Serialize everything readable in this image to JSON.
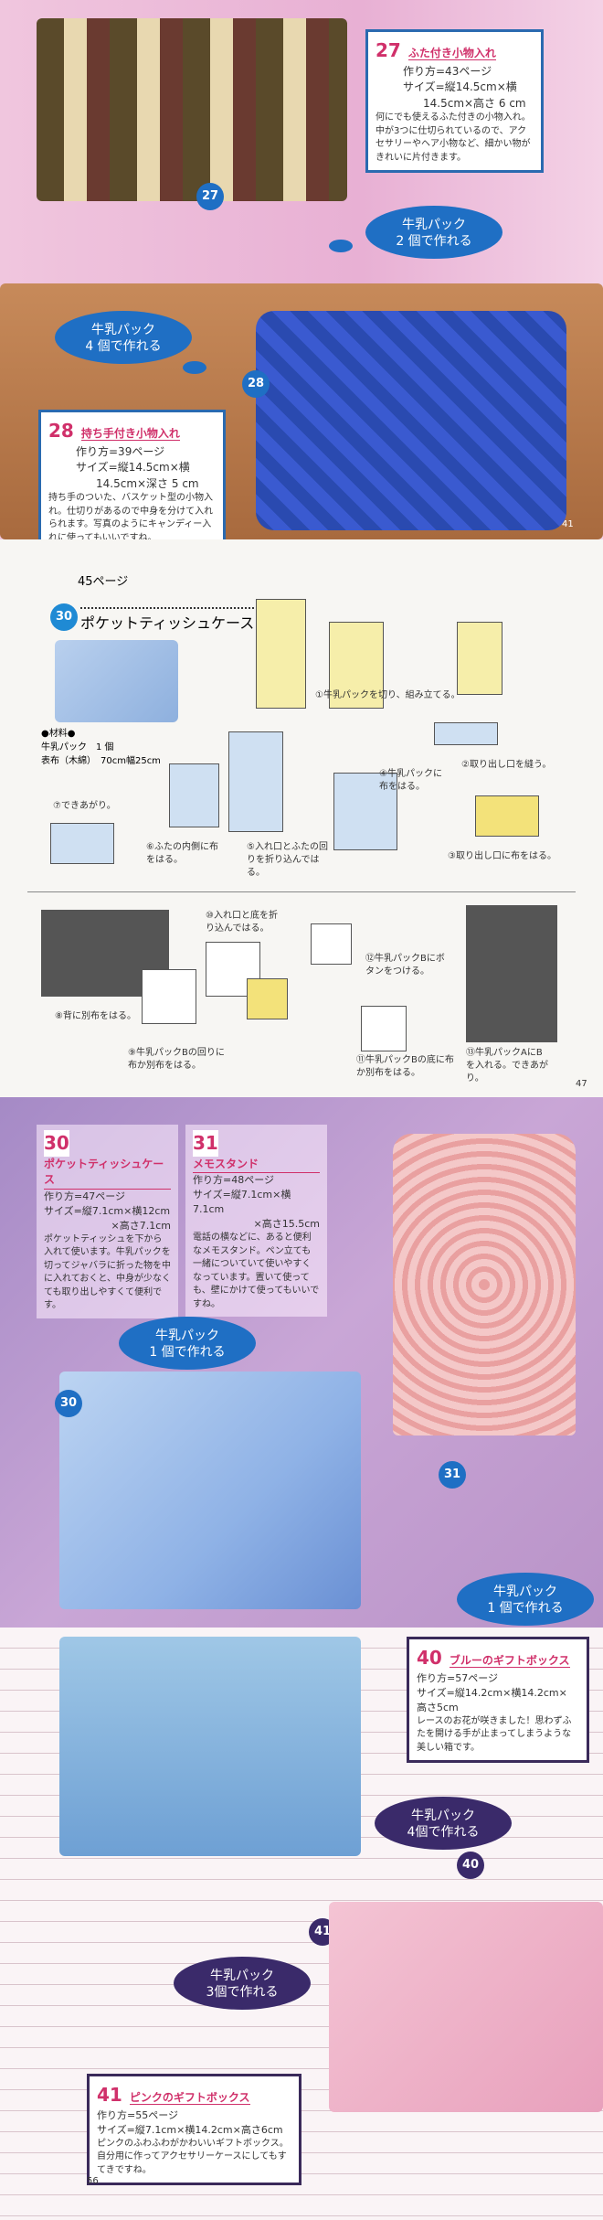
{
  "page1": {
    "page_number": "41",
    "item27": {
      "num": "27",
      "title": "ふた付き小物入れ",
      "method": "作り方=43ページ",
      "size1": "サイズ=縦14.5cm×横",
      "size2": "14.5cm×高さ 6 cm",
      "desc": "何にでも使えるふた付きの小物入れ。中が3つに仕切られているので、アクセサリーやヘア小物など、細かい物がきれいに片付きます。"
    },
    "item28": {
      "num": "28",
      "title": "持ち手付き小物入れ",
      "method": "作り方=39ページ",
      "size1": "サイズ=縦14.5cm×横",
      "size2": "14.5cm×深さ 5 cm",
      "desc": "持ち手のついた、バスケット型の小物入れ。仕切りがあるので中身を分けて入れられます。写真のようにキャンディー入れに使ってもいいですね。"
    },
    "bubble27": [
      "牛乳パック",
      "2 個で作れる"
    ],
    "bubble28": [
      "牛乳パック",
      "4 個で作れる"
    ]
  },
  "page2": {
    "page_number": "47",
    "page_ref": "45ページ",
    "num": "30",
    "title": "ポケットティッシュケース",
    "materials_title": "●材料●",
    "materials": [
      "牛乳パック　1 個",
      "表布（木綿）　70cm幅25cm"
    ],
    "steps": [
      "①牛乳パックを切り、組み立てる。",
      "②取り出し口を縫う。",
      "③取り出し口に布をはる。",
      "④牛乳パックに布をはる。",
      "⑤入れ口とふたの回りを折り込んではる。",
      "⑥ふたの内側に布をはる。",
      "⑦できあがり。",
      "⑧背に別布をはる。",
      "⑨牛乳パックBの回りに布か別布をはる。",
      "⑩入れ口と底を折り込んではる。",
      "⑪牛乳パックBの底に布か別布をはる。",
      "⑫牛乳パックBにボタンをつける。",
      "⑬牛乳パックAにBを入れる。できあがり。"
    ]
  },
  "page3": {
    "item30": {
      "num": "30",
      "title": "ポケットティッシュケース",
      "method": "作り方=47ページ",
      "size1": "サイズ=縦7.1cm×横12cm",
      "size2": "×高さ7.1cm",
      "desc": "ポケットティッシュを下から入れて使います。牛乳パックを切ってジャバラに折った物を中に入れておくと、中身が少なくても取り出しやすくて便利です。"
    },
    "item31": {
      "num": "31",
      "title": "メモスタンド",
      "method": "作り方=48ページ",
      "size1": "サイズ=縦7.1cm×横7.1cm",
      "size2": "×高さ15.5cm",
      "desc": "電話の横などに、あると便利なメモスタンド。ペン立ても一緒についていて使いやすくなっています。置いて使っても、壁にかけて使ってもいいですね。"
    },
    "bubble30": [
      "牛乳パック",
      "1 個で作れる"
    ],
    "bubble31": [
      "牛乳パック",
      "1 個で作れる"
    ]
  },
  "page4": {
    "page_number": "56",
    "item40": {
      "num": "40",
      "title": "ブルーのギフトボックス",
      "method": "作り方=57ページ",
      "size1": "サイズ=縦14.2cm×横14.2cm×",
      "size2": "高さ5cm",
      "desc": "レースのお花が咲きました！思わずふたを開ける手が止まってしまうような美しい箱です。"
    },
    "item41": {
      "num": "41",
      "title": "ピンクのギフトボックス",
      "method": "作り方=55ページ",
      "size1": "サイズ=縦7.1cm×横14.2cm×高さ6cm",
      "size2": "",
      "desc": "ピンクのふわふわがかわいいギフトボックス。自分用に作ってアクセサリーケースにしてもすてきですね。"
    },
    "bubble40": [
      "牛乳パック",
      "4個で作れる"
    ],
    "bubble41": [
      "牛乳パック",
      "3個で作れる"
    ]
  }
}
